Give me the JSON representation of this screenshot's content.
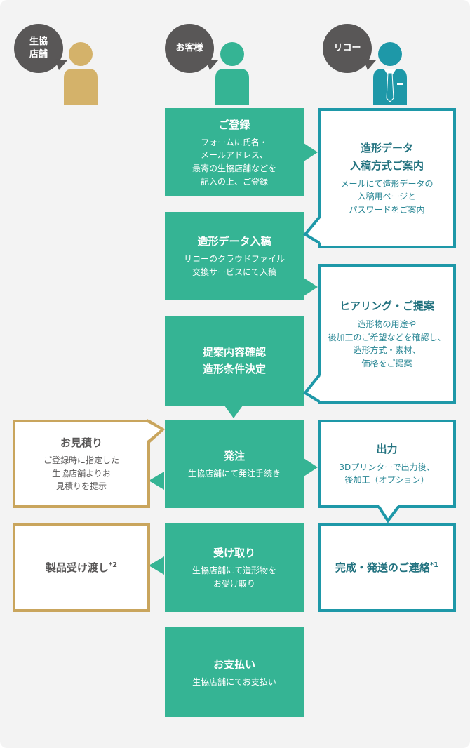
{
  "actors": {
    "coop": {
      "label": "生協\n店舗",
      "color": "#d4b26a"
    },
    "customer": {
      "label": "お客様",
      "color": "#35b494"
    },
    "ricoh": {
      "label": "リコー",
      "color": "#1e98a8"
    }
  },
  "colors": {
    "green": "#35b494",
    "teal": "#1e98a8",
    "gold": "#c9a55d",
    "bubble": "#595757",
    "background": "#f3f3f3"
  },
  "steps": {
    "register": {
      "title": "ご登録",
      "desc": "フォームに氏名・\nメールアドレス、\n最寄の生協店舗などを\n記入の上、ご登録"
    },
    "guide": {
      "title": "造形データ\n入稿方式ご案内",
      "desc": "メールにて造形データの\n入稿用ページと\nパスワードをご案内"
    },
    "upload": {
      "title": "造形データ入稿",
      "desc": "リコーのクラウドファイル\n交換サービスにて入稿"
    },
    "hearing": {
      "title": "ヒアリング・ご提案",
      "desc": "造形物の用途や\n後加工のご希望などを確認し、\n造形方式・素材、\n価格をご提案"
    },
    "confirm": {
      "title": "提案内容確認\n造形条件決定"
    },
    "estimate": {
      "title": "お見積り",
      "desc": "ご登録時に指定した\n生協店舗よりお\n見積りを提示"
    },
    "order": {
      "title": "発注",
      "desc": "生協店舗にて発注手続き"
    },
    "output": {
      "title": "出力",
      "desc": "3Dプリンターで出力後、\n後加工（オプション）"
    },
    "handover": {
      "title": "製品受け渡し",
      "mark": "*2"
    },
    "receive": {
      "title": "受け取り",
      "desc": "生協店舗にて造形物を\nお受け取り"
    },
    "complete": {
      "title": "完成・発送のご連絡",
      "mark": "*1"
    },
    "payment": {
      "title": "お支払い",
      "desc": "生協店舗にてお支払い"
    }
  }
}
